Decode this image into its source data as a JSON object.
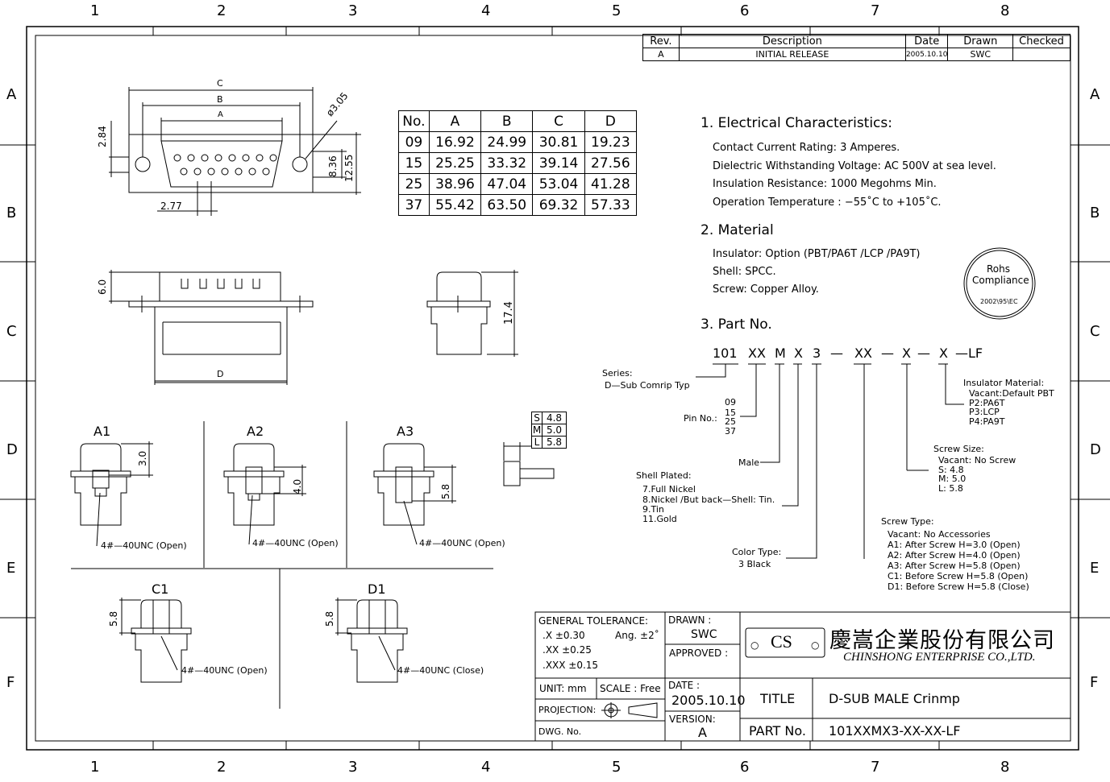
{
  "zones": {
    "columns": [
      "1",
      "2",
      "3",
      "4",
      "5",
      "6",
      "7",
      "8"
    ],
    "rows": [
      "A",
      "B",
      "C",
      "D",
      "E",
      "F"
    ]
  },
  "revision": {
    "headers": [
      "Rev.",
      "Description",
      "Date",
      "Drawn",
      "Checked"
    ],
    "row": [
      "A",
      "INITIAL RELEASE",
      "2005.10.10",
      "SWC",
      ""
    ]
  },
  "dimensions_table": {
    "headers": [
      "No.",
      "A",
      "B",
      "C",
      "D"
    ],
    "rows": [
      [
        "09",
        "16.92",
        "24.99",
        "30.81",
        "19.23"
      ],
      [
        "15",
        "25.25",
        "33.32",
        "39.14",
        "27.56"
      ],
      [
        "25",
        "38.96",
        "47.04",
        "53.04",
        "41.28"
      ],
      [
        "37",
        "55.42",
        "63.50",
        "69.32",
        "57.33"
      ]
    ]
  },
  "front_view": {
    "dim_c": "C",
    "dim_b": "B",
    "dim_a": "A",
    "dim_284": "2.84",
    "dim_305": "ø3.05",
    "dim_836": "8.36",
    "dim_1255": "12.55",
    "dim_277": "2.77"
  },
  "side_view": {
    "dim_60": "6.0",
    "dim_d": "D"
  },
  "end_view": {
    "dim_174": "17.4"
  },
  "screw_table": {
    "rows": [
      [
        "S",
        "4.8"
      ],
      [
        "M",
        "5.0"
      ],
      [
        "L",
        "5.8"
      ]
    ]
  },
  "variants": {
    "a1": {
      "label": "A1",
      "dim": "3.0",
      "thread": "4#—40UNC (Open)"
    },
    "a2": {
      "label": "A2",
      "dim": "4.0",
      "thread": "4#—40UNC (Open)"
    },
    "a3": {
      "label": "A3",
      "dim": "5.8",
      "thread": "4#—40UNC (Open)"
    },
    "c1": {
      "label": "C1",
      "dim": "5.8",
      "thread": "4#—40UNC (Open)"
    },
    "d1": {
      "label": "D1",
      "dim": "5.8",
      "thread": "4#—40UNC (Close)"
    }
  },
  "specs": {
    "s1_title": "1. Electrical Characteristics:",
    "s1_lines": [
      "Contact Current Rating: 3 Amperes.",
      "Dielectric Withstanding Voltage: AC 500V at sea level.",
      "Insulation Resistance: 1000 Megohms Min.",
      "Operation Temperature : −55˚C to +105˚C."
    ],
    "s2_title": "2. Material",
    "s2_lines": [
      "Insulator: Option (PBT/PA6T /LCP /PA9T)",
      "Shell: SPCC.",
      "Screw: Copper Alloy."
    ],
    "s3_title": "3. Part No."
  },
  "rohs": {
    "line1": "Rohs",
    "line2": "Compliance",
    "line3": "2002\\95\\EC"
  },
  "part_code": {
    "p1": "101",
    "p2": "XX",
    "p3": "M",
    "p4": "X",
    "p5": "3",
    "p6": "—",
    "p7": "XX",
    "p8": "—",
    "p9": "X",
    "p10": "—",
    "p11": "X",
    "p12": "—LF"
  },
  "callouts": {
    "series_1": "Series:",
    "series_2": "D—Sub Comrip Typ",
    "pin_label": "Pin No.:",
    "pin_values": [
      "09",
      "15",
      "25",
      "37"
    ],
    "male": "Male",
    "shell_title": "Shell Plated:",
    "shell_lines": [
      "7.Full Nickel",
      "8.Nickel /But back—Shell: Tin.",
      "9.Tin",
      "11.Gold"
    ],
    "color_title": "Color Type:",
    "color_value": "3 Black",
    "insulator_title": "Insulator Material:",
    "insulator_lines": [
      "Vacant:Default PBT",
      "P2:PA6T",
      "P3:LCP",
      "P4:PA9T"
    ],
    "screwsize_title": "Screw Size:",
    "screwsize_lines": [
      "Vacant: No Screw",
      "S: 4.8",
      "M: 5.0",
      "L: 5.8"
    ],
    "screwtype_title": "Screw Type:",
    "screwtype_lines": [
      "Vacant: No Accessories",
      "A1: After Screw H=3.0 (Open)",
      "A2: After Screw H=4.0 (Open)",
      "A3: After Screw H=5.8 (Open)",
      "C1: Before Screw H=5.8 (Open)",
      "D1: Before Screw H=5.8 (Close)"
    ]
  },
  "title_block": {
    "gen_tol": "GENERAL TOLERANCE:",
    "tol_x": ".X ±0.30",
    "tol_xx": ".XX ±0.25",
    "tol_xxx": ".XXX ±0.15",
    "tol_ang": "Ang. ±2˚",
    "drawn_label": "DRAWN :",
    "drawn_value": "SWC",
    "approved_label": "APPROVED :",
    "logo": "CS",
    "company_cn": "慶嵩企業股份有限公司",
    "company_en": "CHINSHONG ENTERPRISE CO.,LTD.",
    "unit": "UNIT: mm",
    "scale": "SCALE : Free",
    "projection": "PROJECTION:",
    "dwg": "DWG. No.",
    "date_label": "DATE :",
    "date_value": "2005.10.10",
    "version_label": "VERSION:",
    "version_value": "A",
    "title_label": "TITLE",
    "title_value": "D-SUB MALE Crinmp",
    "partno_label": "PART No.",
    "partno_value": "101XXMX3-XX-XX-LF"
  }
}
